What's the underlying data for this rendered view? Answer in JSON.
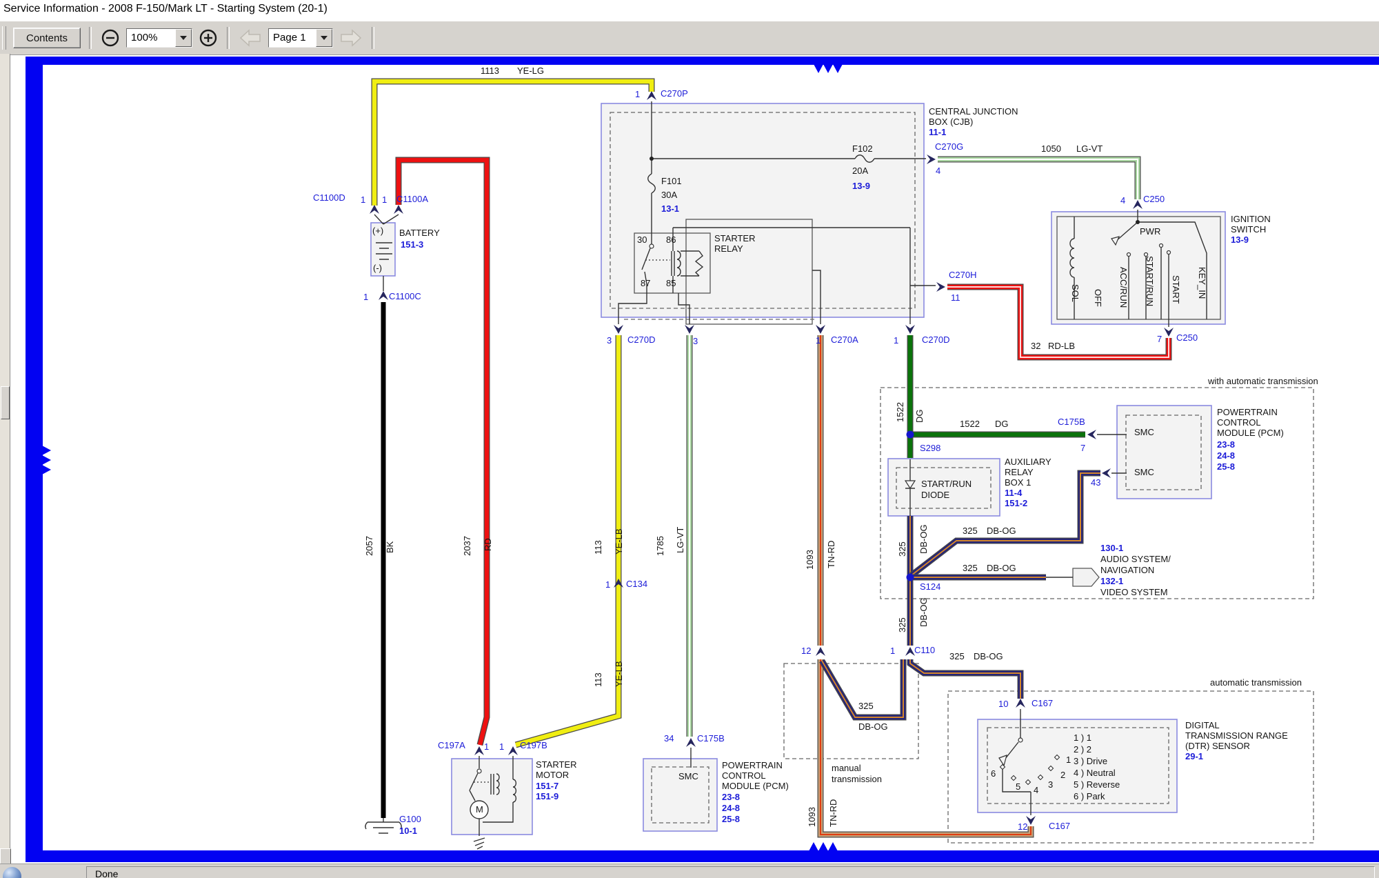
{
  "window": {
    "title": "Service Information - 2008 F-150/Mark LT - Starting System (20-1)"
  },
  "toolbar": {
    "contents": "Contents",
    "zoom": "100%",
    "page": "Page 1",
    "icons": [
      "zoom-out-icon",
      "zoom-in-icon",
      "previous-page-icon",
      "next-page-icon"
    ]
  },
  "statusbar": {
    "text": "Done"
  },
  "colors": {
    "frame_blue": "#0202f2",
    "label_blue": "#1b1bd8",
    "box_border_blue": "#8a8ae0",
    "box_fill": "#f3f3f3",
    "wire_yellow": "#f0ee12",
    "wire_red": "#ee1111",
    "wire_black": "#000000",
    "wire_light_green": "#a8d6a0",
    "wire_dark_green": "#0b730b",
    "wire_navy": "#252579",
    "wire_orange_stripe": "#d4862b",
    "wire_tan": "#c9a177",
    "wire_red_stripe": "#e03c10"
  },
  "diagram": {
    "labels": [
      [
        "1113",
        697,
        96,
        "k"
      ],
      [
        "YE-LG",
        750,
        96,
        "k"
      ],
      [
        "1",
        921,
        130,
        "b"
      ],
      [
        "C270P",
        958,
        129,
        "b"
      ],
      [
        "CENTRAL JUNCTION",
        1347,
        155,
        "k"
      ],
      [
        "BOX (CJB)",
        1347,
        170,
        "k"
      ],
      [
        "11-1",
        1347,
        185,
        "bb"
      ],
      [
        "F101",
        959,
        256,
        "k"
      ],
      [
        "30A",
        959,
        276,
        "k"
      ],
      [
        "13-1",
        959,
        296,
        "bb"
      ],
      [
        "F102",
        1236,
        209,
        "k"
      ],
      [
        "20A",
        1236,
        241,
        "k"
      ],
      [
        "13-9",
        1236,
        263,
        "bb"
      ],
      [
        "C270G",
        1356,
        206,
        "b"
      ],
      [
        "4",
        1357,
        241,
        "b"
      ],
      [
        "1050",
        1510,
        209,
        "k"
      ],
      [
        "LG-VT",
        1561,
        209,
        "k"
      ],
      [
        "4",
        1625,
        284,
        "b"
      ],
      [
        "C250",
        1658,
        282,
        "b"
      ],
      [
        "30",
        924,
        341,
        "k"
      ],
      [
        "86",
        966,
        341,
        "k"
      ],
      [
        "87",
        929,
        404,
        "k"
      ],
      [
        "85",
        966,
        404,
        "k"
      ],
      [
        "STARTER",
        1036,
        339,
        "k"
      ],
      [
        "RELAY",
        1036,
        354,
        "k"
      ],
      [
        "IGNITION",
        1785,
        311,
        "k"
      ],
      [
        "SWITCH",
        1785,
        326,
        "k"
      ],
      [
        "13-9",
        1785,
        341,
        "bb"
      ],
      [
        "PWR",
        1653,
        329,
        "k"
      ],
      [
        "SOL",
        1566,
        412,
        "kd"
      ],
      [
        "OFF",
        1599,
        419,
        "kd"
      ],
      [
        "ACC/RUN",
        1636,
        387,
        "kd"
      ],
      [
        "START/RUN",
        1674,
        371,
        "kd"
      ],
      [
        "START",
        1712,
        399,
        "kd"
      ],
      [
        "KEY_IN",
        1750,
        387,
        "kd"
      ],
      [
        "7",
        1678,
        485,
        "b"
      ],
      [
        "C250",
        1706,
        483,
        "b"
      ],
      [
        "32",
        1495,
        495,
        "k"
      ],
      [
        "RD-LB",
        1520,
        495,
        "k"
      ],
      [
        "C270H",
        1376,
        392,
        "b"
      ],
      [
        "11",
        1379,
        425,
        "b"
      ],
      [
        "C1100D",
        454,
        280,
        "b"
      ],
      [
        "1",
        523,
        283,
        "b"
      ],
      [
        "1",
        554,
        283,
        "b"
      ],
      [
        "C1100A",
        575,
        282,
        "b"
      ],
      [
        "BATTERY",
        579,
        331,
        "k"
      ],
      [
        "151-3",
        581,
        348,
        "bb"
      ],
      [
        "(+)",
        540,
        328,
        "k"
      ],
      [
        "(-)",
        541,
        382,
        "k"
      ],
      [
        "1",
        527,
        424,
        "b"
      ],
      [
        "C1100C",
        564,
        423,
        "b"
      ],
      [
        "3",
        880,
        487,
        "b"
      ],
      [
        "C270D",
        910,
        486,
        "b"
      ],
      [
        "3",
        1005,
        488,
        "b"
      ],
      [
        "1",
        1183,
        487,
        "b"
      ],
      [
        "C270A",
        1205,
        486,
        "b"
      ],
      [
        "1",
        1296,
        487,
        "b"
      ],
      [
        "C270D",
        1337,
        486,
        "b"
      ],
      [
        "with automatic transmission",
        1752,
        546,
        "k"
      ],
      [
        "1522",
        1299,
        612,
        "ku"
      ],
      [
        "DG",
        1327,
        613,
        "ku"
      ],
      [
        "1522",
        1392,
        608,
        "k"
      ],
      [
        "DG",
        1443,
        608,
        "k"
      ],
      [
        "C175B",
        1534,
        605,
        "b"
      ],
      [
        "7",
        1567,
        643,
        "b"
      ],
      [
        "S298",
        1334,
        643,
        "b"
      ],
      [
        "AUXILIARY",
        1457,
        663,
        "k"
      ],
      [
        "RELAY",
        1457,
        678,
        "k"
      ],
      [
        "BOX 1",
        1457,
        693,
        "k"
      ],
      [
        "11-4",
        1457,
        708,
        "bb"
      ],
      [
        "151-2",
        1457,
        723,
        "bb"
      ],
      [
        "START/RUN",
        1336,
        695,
        "k"
      ],
      [
        "DIODE",
        1336,
        711,
        "k"
      ],
      [
        "43",
        1582,
        693,
        "b"
      ],
      [
        "325",
        1396,
        763,
        "k"
      ],
      [
        "DB-OG",
        1431,
        763,
        "k"
      ],
      [
        "325",
        1302,
        807,
        "ku"
      ],
      [
        "DB-OG",
        1333,
        803,
        "ku"
      ],
      [
        "S124",
        1334,
        844,
        "b"
      ],
      [
        "325",
        1396,
        817,
        "k"
      ],
      [
        "DB-OG",
        1431,
        817,
        "k"
      ],
      [
        "130-1",
        1596,
        788,
        "bb"
      ],
      [
        "AUDIO SYSTEM/",
        1596,
        804,
        "k"
      ],
      [
        "NAVIGATION",
        1596,
        820,
        "k"
      ],
      [
        "132-1",
        1596,
        836,
        "bb"
      ],
      [
        "VIDEO SYSTEM",
        1596,
        852,
        "k"
      ],
      [
        "325",
        1302,
        917,
        "ku"
      ],
      [
        "DB-OG",
        1333,
        909,
        "ku"
      ],
      [
        "12",
        1162,
        937,
        "b"
      ],
      [
        "1",
        1291,
        937,
        "b"
      ],
      [
        "C110",
        1326,
        936,
        "b"
      ],
      [
        "325",
        1377,
        945,
        "k"
      ],
      [
        "DB-OG",
        1412,
        945,
        "k"
      ],
      [
        "10",
        1448,
        1014,
        "b"
      ],
      [
        "C167",
        1496,
        1013,
        "b"
      ],
      [
        "325",
        1245,
        1017,
        "k"
      ],
      [
        "DB-OG",
        1245,
        1047,
        "k"
      ],
      [
        "manual",
        1206,
        1107,
        "k"
      ],
      [
        "transmission",
        1206,
        1123,
        "k"
      ],
      [
        "1093",
        1168,
        826,
        "ku"
      ],
      [
        "TN-RD",
        1199,
        824,
        "ku"
      ],
      [
        "1093",
        1171,
        1199,
        "ku"
      ],
      [
        "TN-RD",
        1202,
        1199,
        "ku"
      ],
      [
        "automatic transmission",
        1755,
        983,
        "k"
      ],
      [
        "1 ) 1",
        1557,
        1063,
        "k"
      ],
      [
        "2 ) 2",
        1557,
        1080,
        "k"
      ],
      [
        "3 ) Drive",
        1557,
        1097,
        "k"
      ],
      [
        "4 ) Neutral",
        1557,
        1114,
        "k"
      ],
      [
        "5 ) Reverse",
        1557,
        1131,
        "k"
      ],
      [
        "6 ) Park",
        1557,
        1148,
        "k"
      ],
      [
        "6",
        1437,
        1115,
        "k"
      ],
      [
        "5",
        1473,
        1134,
        "k"
      ],
      [
        "4",
        1499,
        1139,
        "k"
      ],
      [
        "3",
        1520,
        1131,
        "k"
      ],
      [
        "2",
        1538,
        1117,
        "k"
      ],
      [
        "1",
        1546,
        1095,
        "k"
      ],
      [
        "DIGITAL",
        1719,
        1045,
        "k"
      ],
      [
        "TRANSMISSION RANGE",
        1719,
        1060,
        "k"
      ],
      [
        "(DTR) SENSOR",
        1719,
        1075,
        "k"
      ],
      [
        "29-1",
        1719,
        1090,
        "bb"
      ],
      [
        "12",
        1476,
        1192,
        "b"
      ],
      [
        "C167",
        1521,
        1191,
        "b"
      ],
      [
        "113",
        861,
        804,
        "ku"
      ],
      [
        "YE-LB",
        891,
        804,
        "ku"
      ],
      [
        "1",
        878,
        841,
        "b"
      ],
      [
        "C134",
        908,
        840,
        "b"
      ],
      [
        "113",
        861,
        996,
        "ku"
      ],
      [
        "YE-LB",
        891,
        996,
        "ku"
      ],
      [
        "1785",
        951,
        806,
        "ku"
      ],
      [
        "LG-VT",
        980,
        802,
        "ku"
      ],
      [
        "2057",
        529,
        806,
        "ku"
      ],
      [
        "BK",
        559,
        802,
        "ku"
      ],
      [
        "2037",
        671,
        806,
        "ku"
      ],
      [
        "RD",
        701,
        799,
        "ku"
      ],
      [
        "C197A",
        635,
        1074,
        "b"
      ],
      [
        "1",
        702,
        1076,
        "b"
      ],
      [
        "1",
        724,
        1076,
        "b"
      ],
      [
        "C197B",
        754,
        1074,
        "b"
      ],
      [
        "STARTER",
        777,
        1102,
        "k"
      ],
      [
        "MOTOR",
        777,
        1117,
        "k"
      ],
      [
        "151-7",
        777,
        1133,
        "bb"
      ],
      [
        "151-9",
        777,
        1148,
        "bb"
      ],
      [
        "G100",
        579,
        1181,
        "b"
      ],
      [
        "10-1",
        579,
        1198,
        "bb"
      ],
      [
        "M",
        690,
        1167,
        "k"
      ],
      [
        "34",
        963,
        1064,
        "b"
      ],
      [
        "C175B",
        1011,
        1064,
        "b"
      ],
      [
        "SMC",
        984,
        1119,
        "k"
      ],
      [
        "POWERTRAIN",
        1047,
        1103,
        "k"
      ],
      [
        "CONTROL",
        1047,
        1118,
        "k"
      ],
      [
        "MODULE (PCM)",
        1047,
        1133,
        "k"
      ],
      [
        "23-8",
        1047,
        1149,
        "bb"
      ],
      [
        "24-8",
        1047,
        1165,
        "bb"
      ],
      [
        "25-8",
        1047,
        1181,
        "bb"
      ],
      [
        "SMC",
        1645,
        620,
        "k"
      ],
      [
        "SMC",
        1645,
        678,
        "k"
      ],
      [
        "POWERTRAIN",
        1765,
        591,
        "k"
      ],
      [
        "CONTROL",
        1765,
        606,
        "k"
      ],
      [
        "MODULE (PCM)",
        1765,
        621,
        "k"
      ],
      [
        "23-8",
        1765,
        638,
        "bb"
      ],
      [
        "24-8",
        1765,
        654,
        "bb"
      ],
      [
        "25-8",
        1765,
        670,
        "bb"
      ]
    ]
  }
}
